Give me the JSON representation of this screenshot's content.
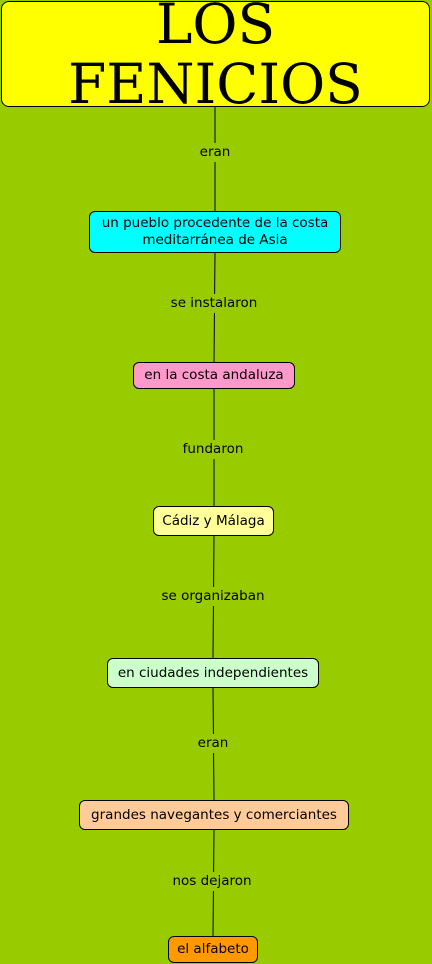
{
  "diagram": {
    "title": "LOS FENICIOS",
    "nodes": [
      {
        "id": "title",
        "label": "LOS FENICIOS",
        "color": "#ffff00"
      },
      {
        "id": "pueblo",
        "label": "un pueblo procedente de la costa meditarránea de Asia",
        "color": "#00ffff"
      },
      {
        "id": "costa",
        "label": "en la costa andaluza",
        "color": "#ff99cc"
      },
      {
        "id": "cadiz",
        "label": "Cádiz y Málaga",
        "color": "#ffff99"
      },
      {
        "id": "ciudades",
        "label": "en ciudades independientes",
        "color": "#ccffcc"
      },
      {
        "id": "navegantes",
        "label": "grandes navegantes y comerciantes",
        "color": "#ffcc99"
      },
      {
        "id": "alfabeto",
        "label": "el alfabeto",
        "color": "#ff9900"
      }
    ],
    "links": [
      {
        "from": "title",
        "to": "pueblo",
        "label": "eran"
      },
      {
        "from": "pueblo",
        "to": "costa",
        "label": "se instalaron"
      },
      {
        "from": "costa",
        "to": "cadiz",
        "label": "fundaron"
      },
      {
        "from": "cadiz",
        "to": "ciudades",
        "label": "se organizaban"
      },
      {
        "from": "ciudades",
        "to": "navegantes",
        "label": "eran"
      },
      {
        "from": "navegantes",
        "to": "alfabeto",
        "label": "nos dejaron"
      }
    ],
    "background_color": "#99cc00"
  }
}
